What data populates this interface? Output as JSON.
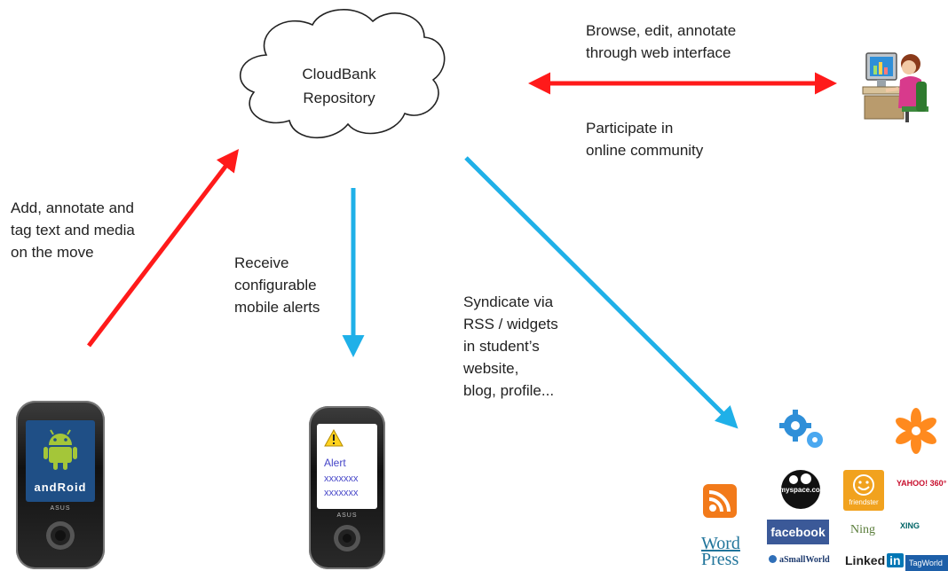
{
  "cloud": {
    "line1": "CloudBank",
    "line2": "Repository"
  },
  "labels": {
    "browse_line1": "Browse, edit, annotate",
    "browse_line2": "through web interface",
    "participate_line1": "Participate in",
    "participate_line2": "online community",
    "add_line1": "Add, annotate and",
    "add_line2": "tag text and media",
    "add_line3": "on the move",
    "receive_line1": "Receive",
    "receive_line2": "configurable",
    "receive_line3": "mobile alerts",
    "syndicate_line1": "Syndicate via",
    "syndicate_line2": "RSS / widgets",
    "syndicate_line3": "in student’s",
    "syndicate_line4": "website,",
    "syndicate_line5": "blog, profile..."
  },
  "phones": {
    "android_word": "andRoid",
    "brand": "ASUS",
    "alert_label": "Alert",
    "alert_line1": "xxxxxxx",
    "alert_line2": "xxxxxxx"
  },
  "logos": {
    "myspace": "myspace.com",
    "friendster": "friendster",
    "yahoo": "YAHOO! 360°",
    "facebook": "facebook",
    "ning": "Ning",
    "xing": "XING",
    "word": "Word",
    "press": "Press",
    "asmallworld": "aSmallWorld",
    "linked": "Linked",
    "in": "in",
    "tagworld": "TagWorld"
  },
  "colors": {
    "red_arrow": "#ff1a1a",
    "blue_arrow": "#1fb0e8",
    "facebook": "#3b5998",
    "rss": "#f27a1a",
    "linkedin": "#0077b5"
  }
}
